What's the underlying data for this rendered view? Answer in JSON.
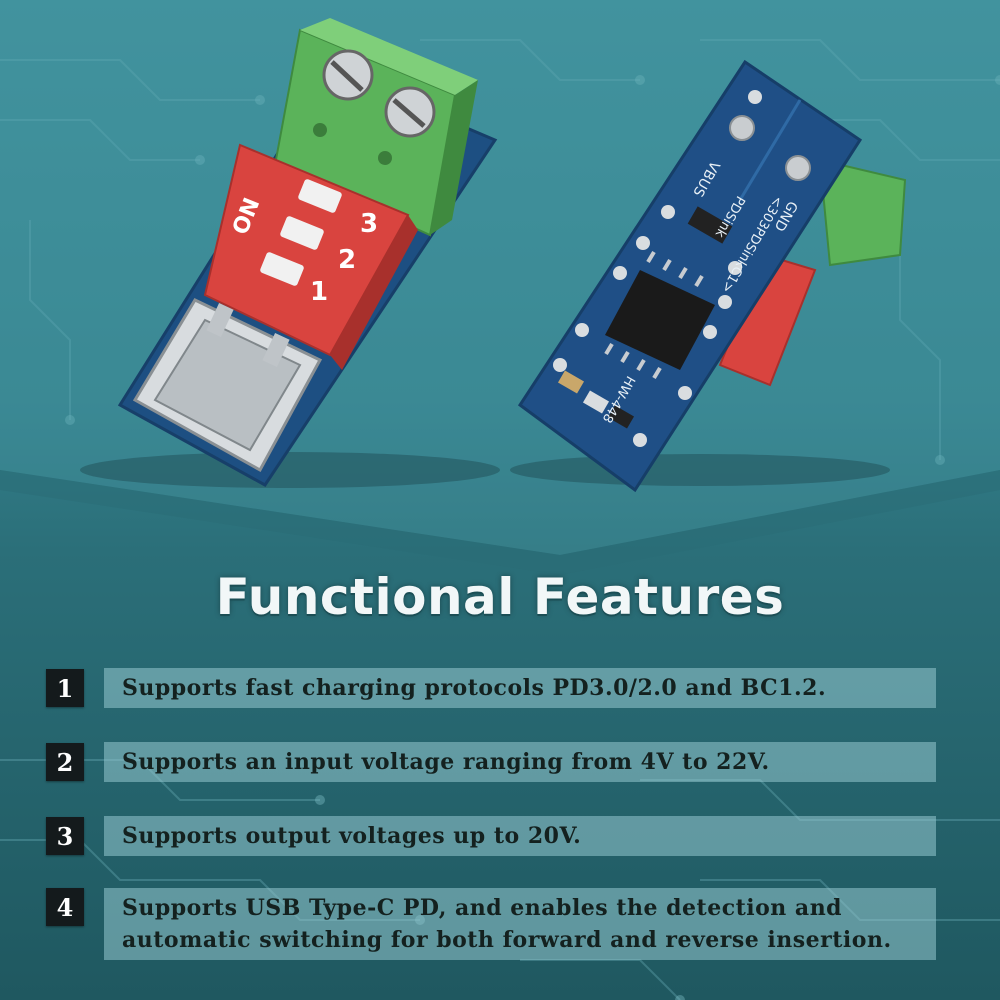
{
  "title": "Functional Features",
  "features": [
    {
      "number": "1",
      "text": "Supports fast charging protocols PD3.0/2.0 and BC1.2."
    },
    {
      "number": "2",
      "text": "Supports an input voltage ranging from 4V to 22V."
    },
    {
      "number": "3",
      "text": "Supports output voltages up to 20V."
    },
    {
      "number": "4",
      "text": "Supports USB Type-C PD, and enables the detection and automatic switching for both forward and reverse insertion."
    }
  ],
  "board_front": {
    "switch_on_label": "ON",
    "switch_numbers": [
      "1",
      "2",
      "3"
    ]
  },
  "board_back": {
    "silk_vbus": "VBUS",
    "silk_gnd": "GND",
    "silk_model": "<303PDSinkC1>",
    "silk_model2": "PDSink",
    "silk_code": "HW-448"
  },
  "colors": {
    "terminal_green": "#5bb35a",
    "dip_red": "#d9443f",
    "pcb_blue": "#1f4f86"
  }
}
